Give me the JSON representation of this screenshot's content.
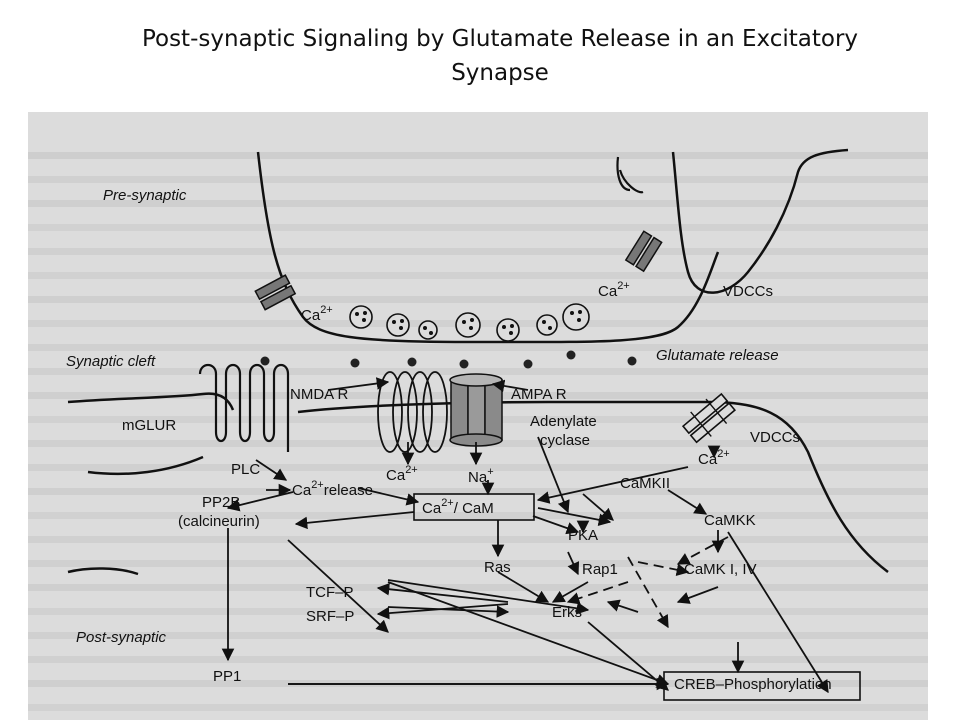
{
  "title_line1": "Post-synaptic Signaling by Glutamate Release in an Excitatory",
  "title_line2": "Synapse",
  "diagram": {
    "pre_synaptic": "Pre-synaptic",
    "synaptic_cleft": "Synaptic cleft",
    "post_synaptic": "Post-synaptic",
    "glutamate_release": "Glutamate release",
    "ca_top_left": "Ca",
    "ca_top_right": "Ca",
    "vdccs_top": "VDCCs",
    "vdccs_mid": "VDCCs",
    "nmda_r": "NMDA R",
    "ampa_r": "AMPA R",
    "mglur": "mGLUR",
    "adenylate": "Adenylate",
    "cyclase": "cyclase",
    "plc": "PLC",
    "ca_release": "Ca",
    "release_word": "release",
    "ca_nmda": "Ca",
    "na_ampa": "Na",
    "ca_cam": "Ca",
    "cam": "/ CaM",
    "ca_vdcc": "Ca",
    "camkii": "CaMKII",
    "pp2b": "PP2B",
    "calcineurin": "(calcineurin)",
    "pka": "PKA",
    "camkk": "CaMKK",
    "ras": "Ras",
    "rap1": "Rap1",
    "camk_i_iv": "CaMK I, IV",
    "erks": "Erks",
    "tcf_p": "TCF–P",
    "srf_p": "SRF–P",
    "pp1": "PP1",
    "creb": "CREB–Phosphorylation",
    "two_plus": "2+",
    "plus": "+"
  },
  "colors": {
    "ink": "#111111",
    "paper": "#dcdcdc",
    "faint_text": "#a9a9a9",
    "ampa_fill": "#8a8a8a"
  }
}
